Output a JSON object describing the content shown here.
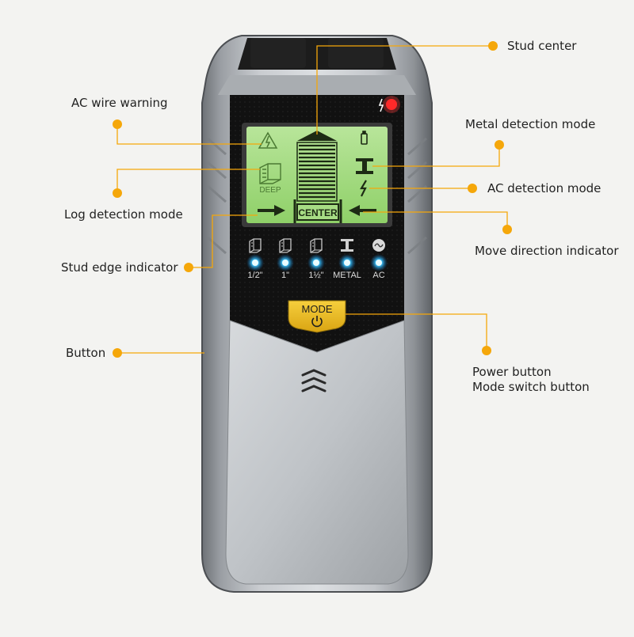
{
  "accent_color": "#f5a70a",
  "device": {
    "display": {
      "deep_label": "DEEP",
      "center_label": "CENTER"
    },
    "indicators": [
      {
        "label": "1/2\"",
        "icon": "wood-stud-icon"
      },
      {
        "label": "1\"",
        "icon": "wood-stud-icon"
      },
      {
        "label": "1½\"",
        "icon": "wood-stud-icon"
      },
      {
        "label": "METAL",
        "icon": "metal-beam-icon"
      },
      {
        "label": "AC",
        "icon": "ac-wave-icon"
      }
    ],
    "mode_button": {
      "label": "MODE"
    }
  },
  "callouts": {
    "stud_center": "Stud center",
    "ac_wire_warning": "AC wire warning",
    "metal_detection_mode": "Metal detection mode",
    "ac_detection_mode": "AC detection mode",
    "log_detection_mode": "Log detection mode",
    "move_direction_indicator": "Move direction indicator",
    "stud_edge_indicator": "Stud edge indicator",
    "button": "Button",
    "power_button": "Power button",
    "mode_switch_button": "Mode switch button"
  }
}
